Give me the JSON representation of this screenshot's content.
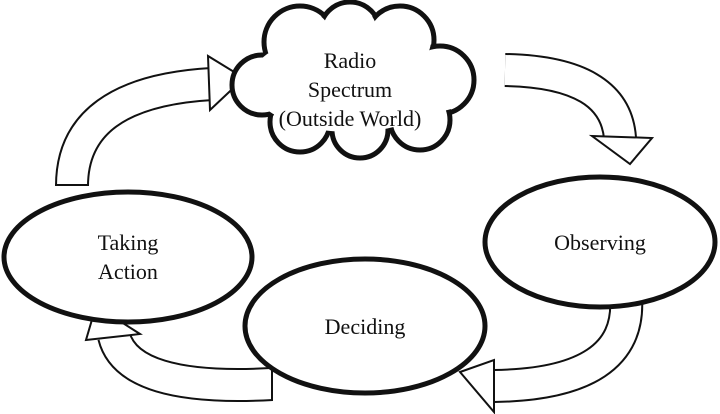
{
  "nodes": {
    "cloud": {
      "lines": [
        "Radio",
        "Spectrum",
        "(Outside World)"
      ]
    },
    "taking_action": {
      "lines": [
        "Taking",
        "Action"
      ]
    },
    "observing": {
      "label": "Observing"
    },
    "deciding": {
      "label": "Deciding"
    }
  },
  "edges": [
    {
      "from": "Taking Action",
      "to": "Radio Spectrum (Outside World)"
    },
    {
      "from": "Radio Spectrum (Outside World)",
      "to": "Observing"
    },
    {
      "from": "Observing",
      "to": "Deciding"
    },
    {
      "from": "Deciding",
      "to": "Taking Action"
    }
  ]
}
